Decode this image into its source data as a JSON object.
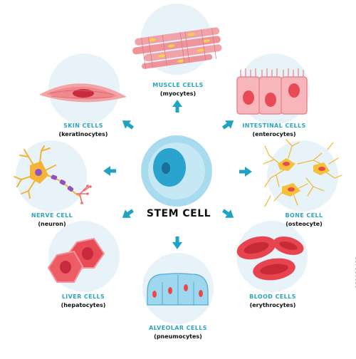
{
  "center": {
    "label": "STEM CELL"
  },
  "cells": {
    "muscle": {
      "name": "MUSCLE CELLS",
      "sub": "(myocytes)"
    },
    "skin": {
      "name": "SKIN CELLS",
      "sub": "(keratinocytes)"
    },
    "intestinal": {
      "name": "INTESTINAL CELLS",
      "sub": "(enterocytes)"
    },
    "nerve": {
      "name": "NERVE CELL",
      "sub": "(neuron)"
    },
    "bone": {
      "name": "BONE CELL",
      "sub": "(osteocyte)"
    },
    "liver": {
      "name": "LIVER CELLS",
      "sub": "(hepatocytes)"
    },
    "blood": {
      "name": "BLOOD CELLS",
      "sub": "(erythrocytes)"
    },
    "alveolar": {
      "name": "ALVEOLAR CELLS",
      "sub": "(pneumocytes)"
    }
  },
  "stock_id": "829683482",
  "watermark": "Adobe Stock",
  "colors": {
    "arrow": "#1fa3c3",
    "label": "#2aa5c0",
    "bubble": "#e6f3f8",
    "stem_outer": "#a9dbef",
    "stem_inner": "#2aa3cf"
  }
}
